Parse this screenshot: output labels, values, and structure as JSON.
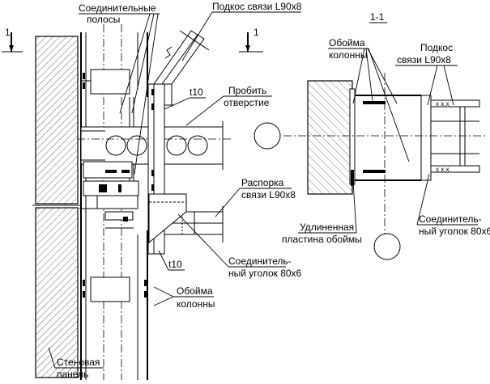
{
  "labels": {
    "connecting_strips_1": "Соединительные",
    "connecting_strips_2": "полосы",
    "brace_top": "Подкос связи L90x8",
    "t10_upper": "t10",
    "punch_hole_1": "Пробить",
    "punch_hole_2": "отверстие",
    "strut_1": "Распорка",
    "strut_2": "связи L90x8",
    "connecting_angle_left_1": "Соединитель-",
    "connecting_angle_left_2": "ный уголок 80x6",
    "t10_lower": "t10",
    "clip_left_1": "Обойма",
    "clip_left_2": "колонны",
    "wall_panel_1": "Стеновая",
    "wall_panel_2": "панель",
    "section_mark_left": "1",
    "section_mark_right": "1",
    "section_title": "1-1",
    "clip_right_1": "Обойма",
    "clip_right_2": "колонны",
    "brace_right_1": "Подкос",
    "brace_right_2": "связи L90x8",
    "extended_plate_1": "Удлиненная",
    "extended_plate_2": "пластина обоймы",
    "connecting_angle_right_1": "Соединитель-",
    "connecting_angle_right_2": "ный уголок 80x6"
  }
}
